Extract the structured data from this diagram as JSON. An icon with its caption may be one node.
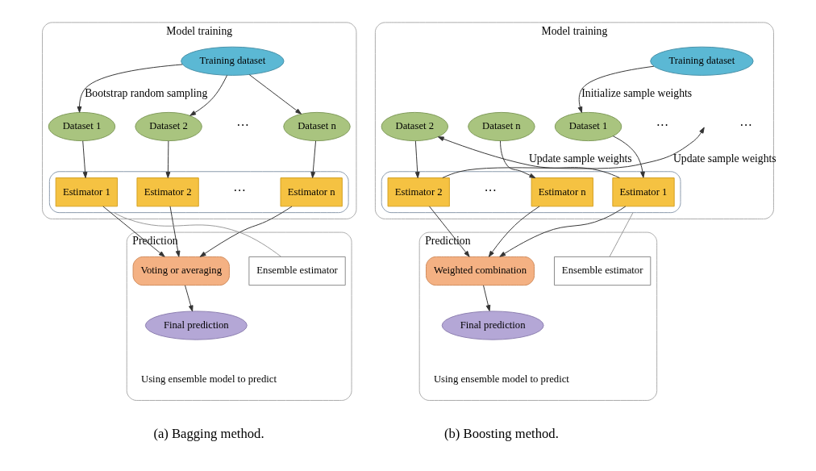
{
  "diagram": {
    "nodes": [
      {
        "text": [
          "Model training"
        ]
      },
      {
        "text": [
          "Training dataset"
        ],
        "in": 0
      },
      {
        "text": [
          "Dataset 1"
        ],
        "in": 0
      },
      {
        "text": [
          "Dataset 2"
        ],
        "in": 0
      },
      {
        "text": [
          "Dataset n"
        ],
        "in": 0
      },
      {
        "text": [],
        "shape": "box",
        "in": 0
      },
      {
        "text": [
          "Estimator 1"
        ],
        "in": 5
      },
      {
        "text": [
          "Estimator 2"
        ],
        "in": 5
      },
      {
        "text": [
          "Estimator n"
        ],
        "in": 5
      },
      {
        "text": [
          "Prediction",
          "Using ensemble model to predict"
        ]
      },
      {
        "text": [
          "Voting or averaging"
        ],
        "in": 9
      },
      {
        "text": [
          "Final prediction"
        ],
        "in": 9
      },
      {
        "text": [
          "Ensemble estimator"
        ],
        "in": 9
      },
      {
        "text": [
          "Model training"
        ]
      },
      {
        "text": [
          "Training dataset"
        ],
        "in": 13
      },
      {
        "text": [
          "Dataset 1"
        ],
        "in": 13
      },
      {
        "text": [
          "Dataset 2"
        ],
        "in": 13
      },
      {
        "text": [
          "Dataset n"
        ],
        "in": 13
      },
      {
        "text": [],
        "shape": "box",
        "in": 13
      },
      {
        "text": [
          "Estimator 1"
        ],
        "in": 18
      },
      {
        "text": [
          "Estimator 2"
        ],
        "in": 18
      },
      {
        "text": [
          "Estimator n"
        ],
        "in": 18
      },
      {
        "text": [
          "Prediction",
          "Using ensemble model to predict"
        ]
      },
      {
        "text": [
          "Weighted combination"
        ],
        "in": 22
      },
      {
        "text": [
          "Final prediction"
        ],
        "in": 22
      },
      {
        "text": [
          "Ensemble estimator"
        ],
        "in": 22
      }
    ],
    "edges": [
      {
        "from": 1,
        "to": 2,
        "arrow": "to",
        "label": "Bootstrap random sampling"
      },
      {
        "from": 1,
        "to": 3,
        "arrow": "to"
      },
      {
        "from": 1,
        "to": 4,
        "arrow": "to"
      },
      {
        "from": 2,
        "to": 6,
        "arrow": "to"
      },
      {
        "from": 3,
        "to": 7,
        "arrow": "to"
      },
      {
        "from": 4,
        "to": 8,
        "arrow": "to"
      },
      {
        "from": 6,
        "to": 10,
        "arrow": "to"
      },
      {
        "from": 7,
        "to": 10,
        "arrow": "to"
      },
      {
        "from": 8,
        "to": 10,
        "arrow": "to"
      },
      {
        "from": 10,
        "to": 11,
        "arrow": "to"
      },
      {
        "from": 12,
        "to": 5,
        "arrow": "none",
        "color": "#999999"
      },
      {
        "from": 14,
        "to": 15,
        "arrow": "to",
        "label": "Initialize sample weights"
      },
      {
        "from": 15,
        "to": 19,
        "arrow": "to"
      },
      {
        "from": 16,
        "to": 20,
        "arrow": "to"
      },
      {
        "from": 17,
        "to": 21,
        "arrow": "to"
      },
      {
        "from": 19,
        "to": 16,
        "arrow": "to",
        "label": "Update sample weights"
      },
      {
        "from": 20,
        "to": null,
        "arrow": "to",
        "label": "Update sample weights"
      },
      {
        "from": 19,
        "to": 23,
        "arrow": "to"
      },
      {
        "from": 20,
        "to": 23,
        "arrow": "to"
      },
      {
        "from": 21,
        "to": 23,
        "arrow": "to"
      },
      {
        "from": 23,
        "to": 24,
        "arrow": "to"
      },
      {
        "from": 25,
        "to": 18,
        "arrow": "none",
        "color": "#999999"
      }
    ],
    "labels": [
      "···",
      "···",
      "···",
      "···",
      "···",
      "(a) Bagging method.",
      "(b) Boosting method."
    ]
  }
}
